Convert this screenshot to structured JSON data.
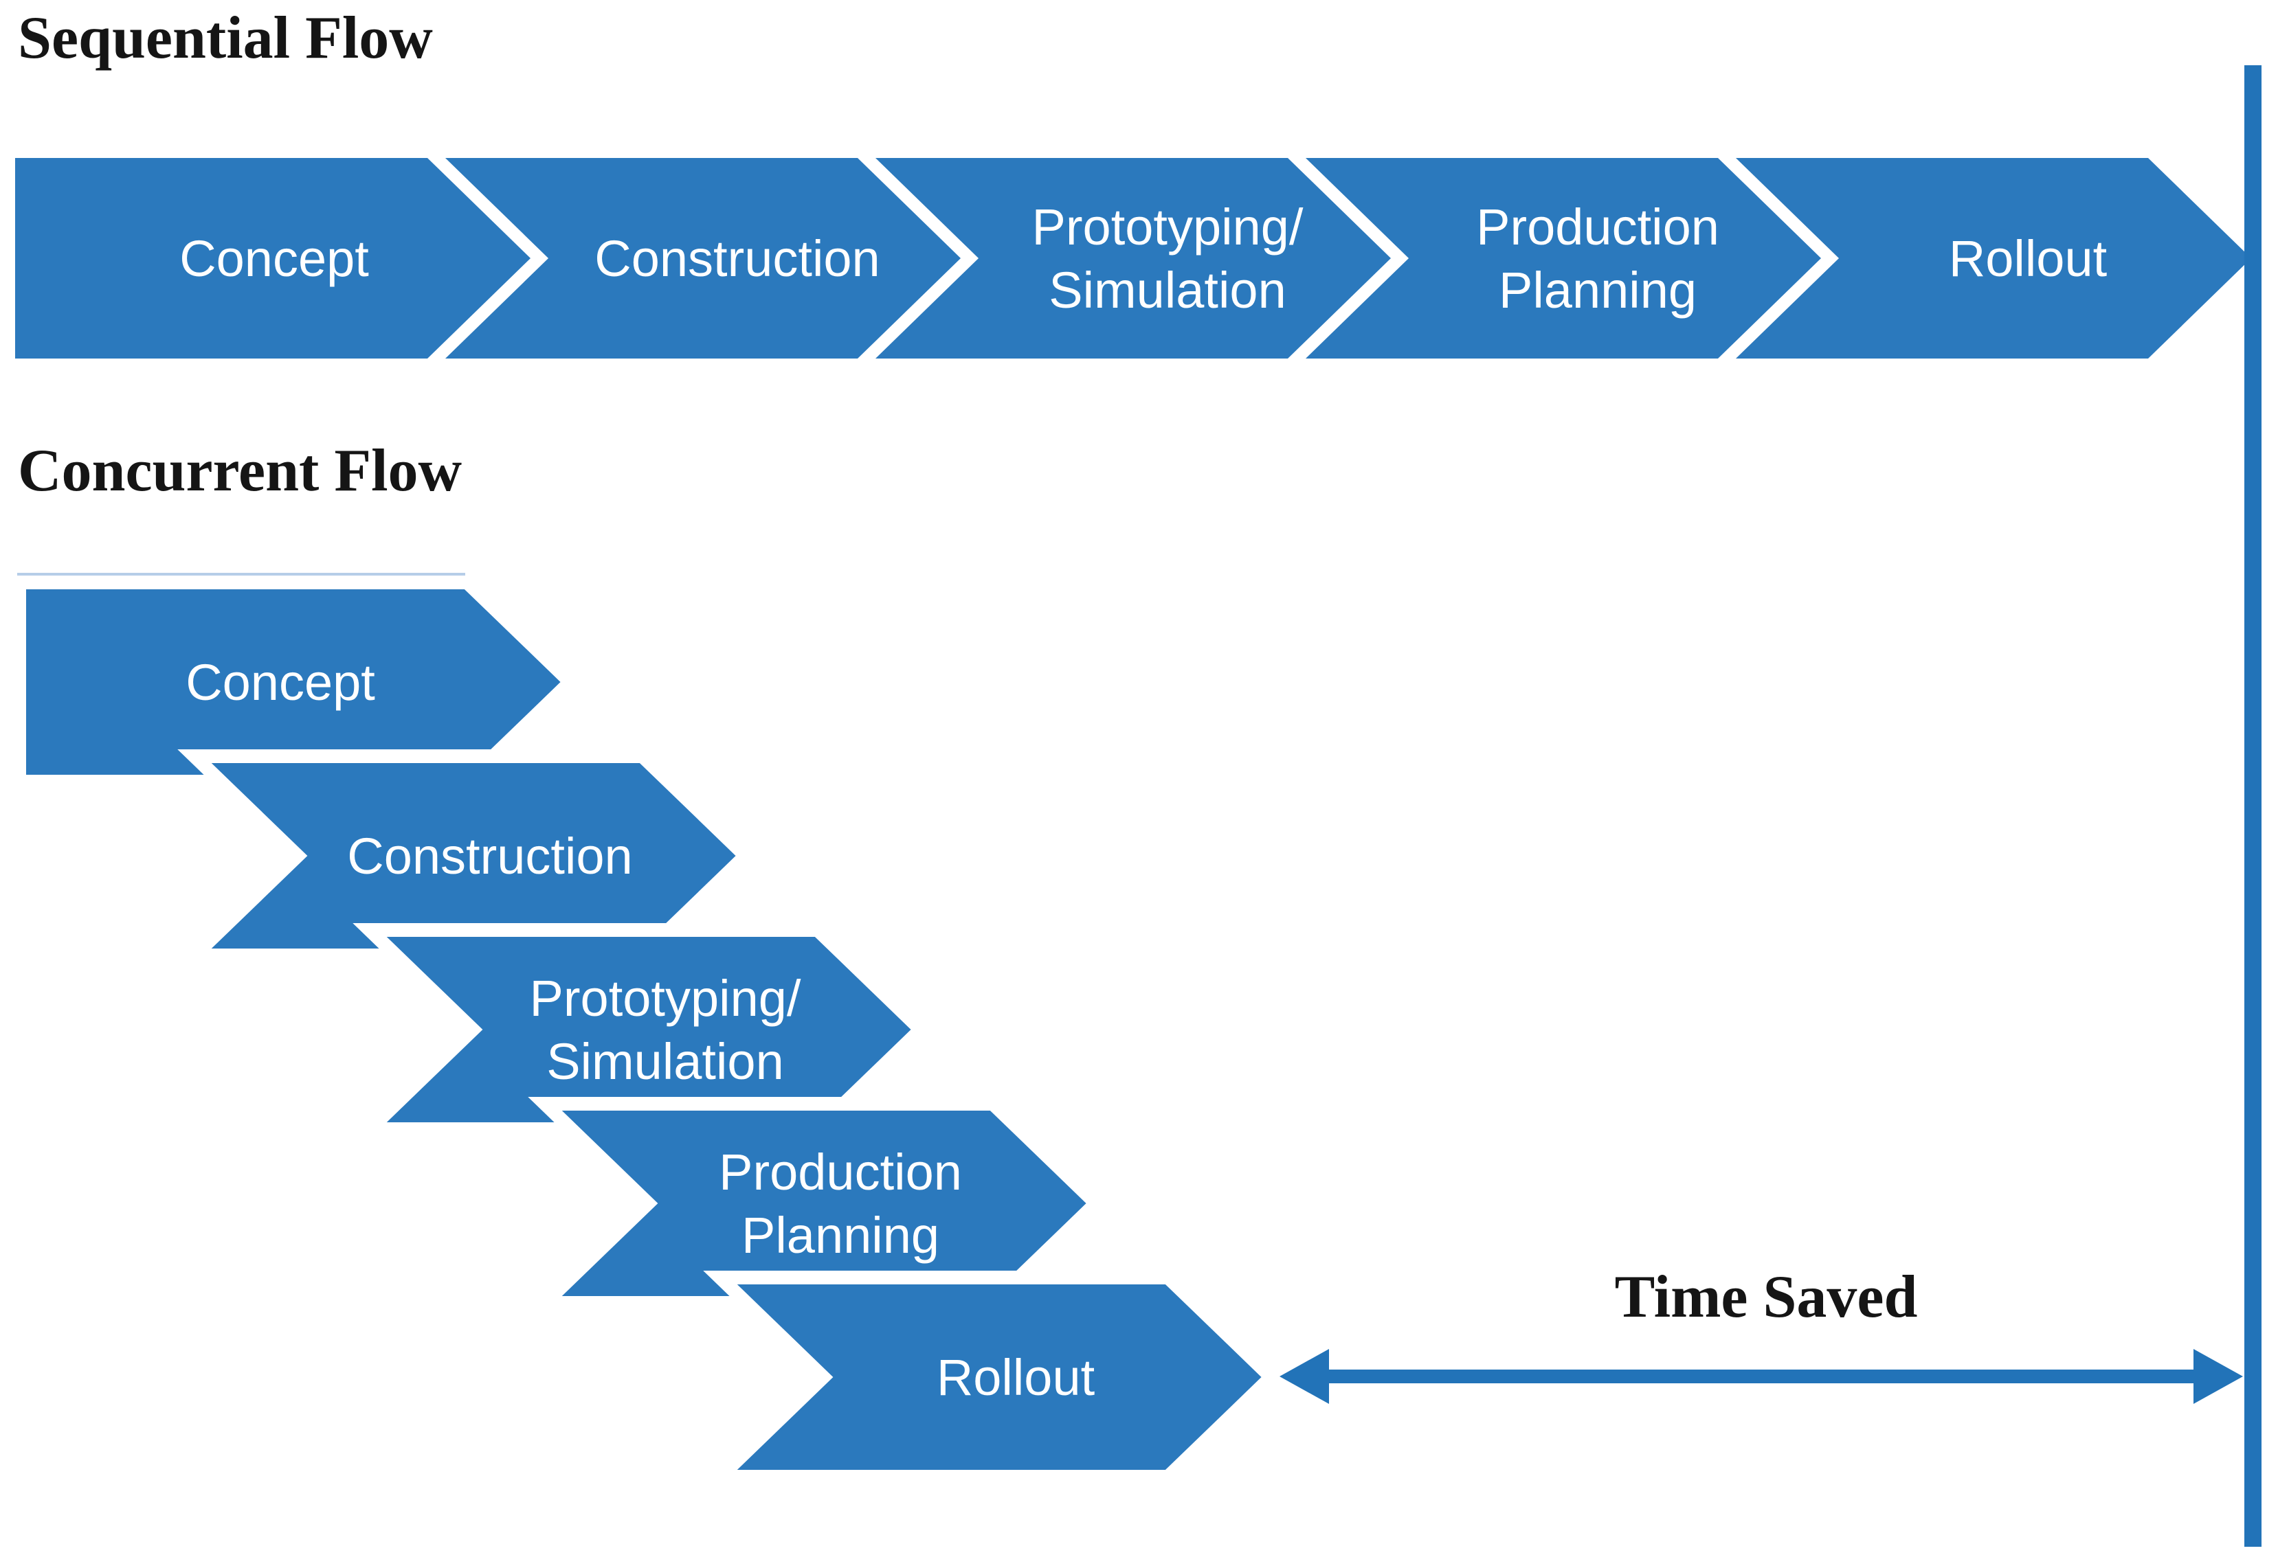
{
  "figure": {
    "sequential": {
      "title": "Sequential Flow",
      "steps": [
        {
          "label": "Concept",
          "lines": [
            "Concept"
          ]
        },
        {
          "label": "Construction",
          "lines": [
            "Construction"
          ]
        },
        {
          "label": "Prototyping/Simulation",
          "lines": [
            "Prototyping/",
            "Simulation"
          ]
        },
        {
          "label": "Production Planning",
          "lines": [
            "Production",
            "Planning"
          ]
        },
        {
          "label": "Rollout",
          "lines": [
            "Rollout"
          ]
        }
      ]
    },
    "concurrent": {
      "title": "Concurrent Flow",
      "steps": [
        {
          "label": "Concept",
          "lines": [
            "Concept"
          ]
        },
        {
          "label": "Construction",
          "lines": [
            "Construction"
          ]
        },
        {
          "label": "Prototyping/Simulation",
          "lines": [
            "Prototyping/",
            "Simulation"
          ]
        },
        {
          "label": "Production Planning",
          "lines": [
            "Production",
            "Planning"
          ]
        },
        {
          "label": "Rollout",
          "lines": [
            "Rollout"
          ]
        }
      ]
    },
    "time_saved_label": "Time Saved",
    "colors": {
      "chevron_blue": "#2b79bd",
      "arrow_blue": "#2273b8",
      "light_rule": "#b6cde8",
      "label_text": "#ffffff",
      "heading_text": "#151515"
    }
  }
}
